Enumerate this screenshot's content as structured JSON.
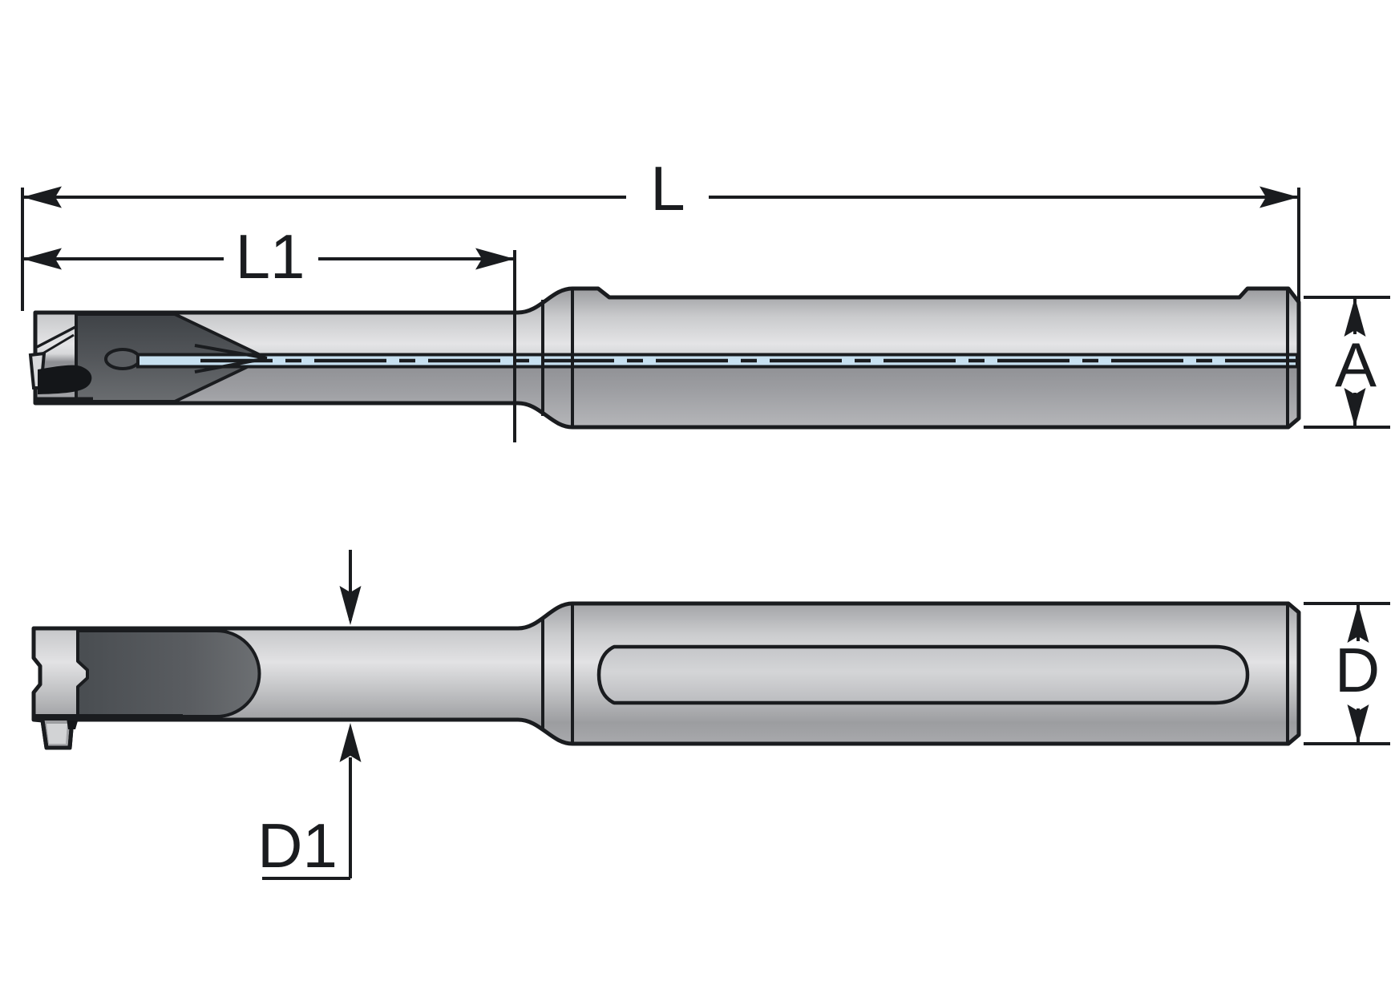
{
  "drawing": {
    "type": "engineering-dimension-drawing",
    "subject": "coolant-through grooving tool holder, two orthographic views",
    "views": {
      "side_view": "upper view with internal coolant channel shown",
      "top_view": "lower view with milled clamping flat on shank"
    },
    "dimension_labels": {
      "overall_length": "L",
      "head_length": "L1",
      "shank_height": "A",
      "shank_diameter": "D",
      "head_diameter": "D1"
    },
    "colors": {
      "background": "#ffffff",
      "outline": "#1a1c1f",
      "metal_light": "#d6d7d9",
      "metal_mid": "#a8a9ad",
      "metal_dark_region": "#54575b",
      "coolant_channel_blue": "#c7e0f0",
      "pocket_flat": "#cdced1"
    }
  }
}
